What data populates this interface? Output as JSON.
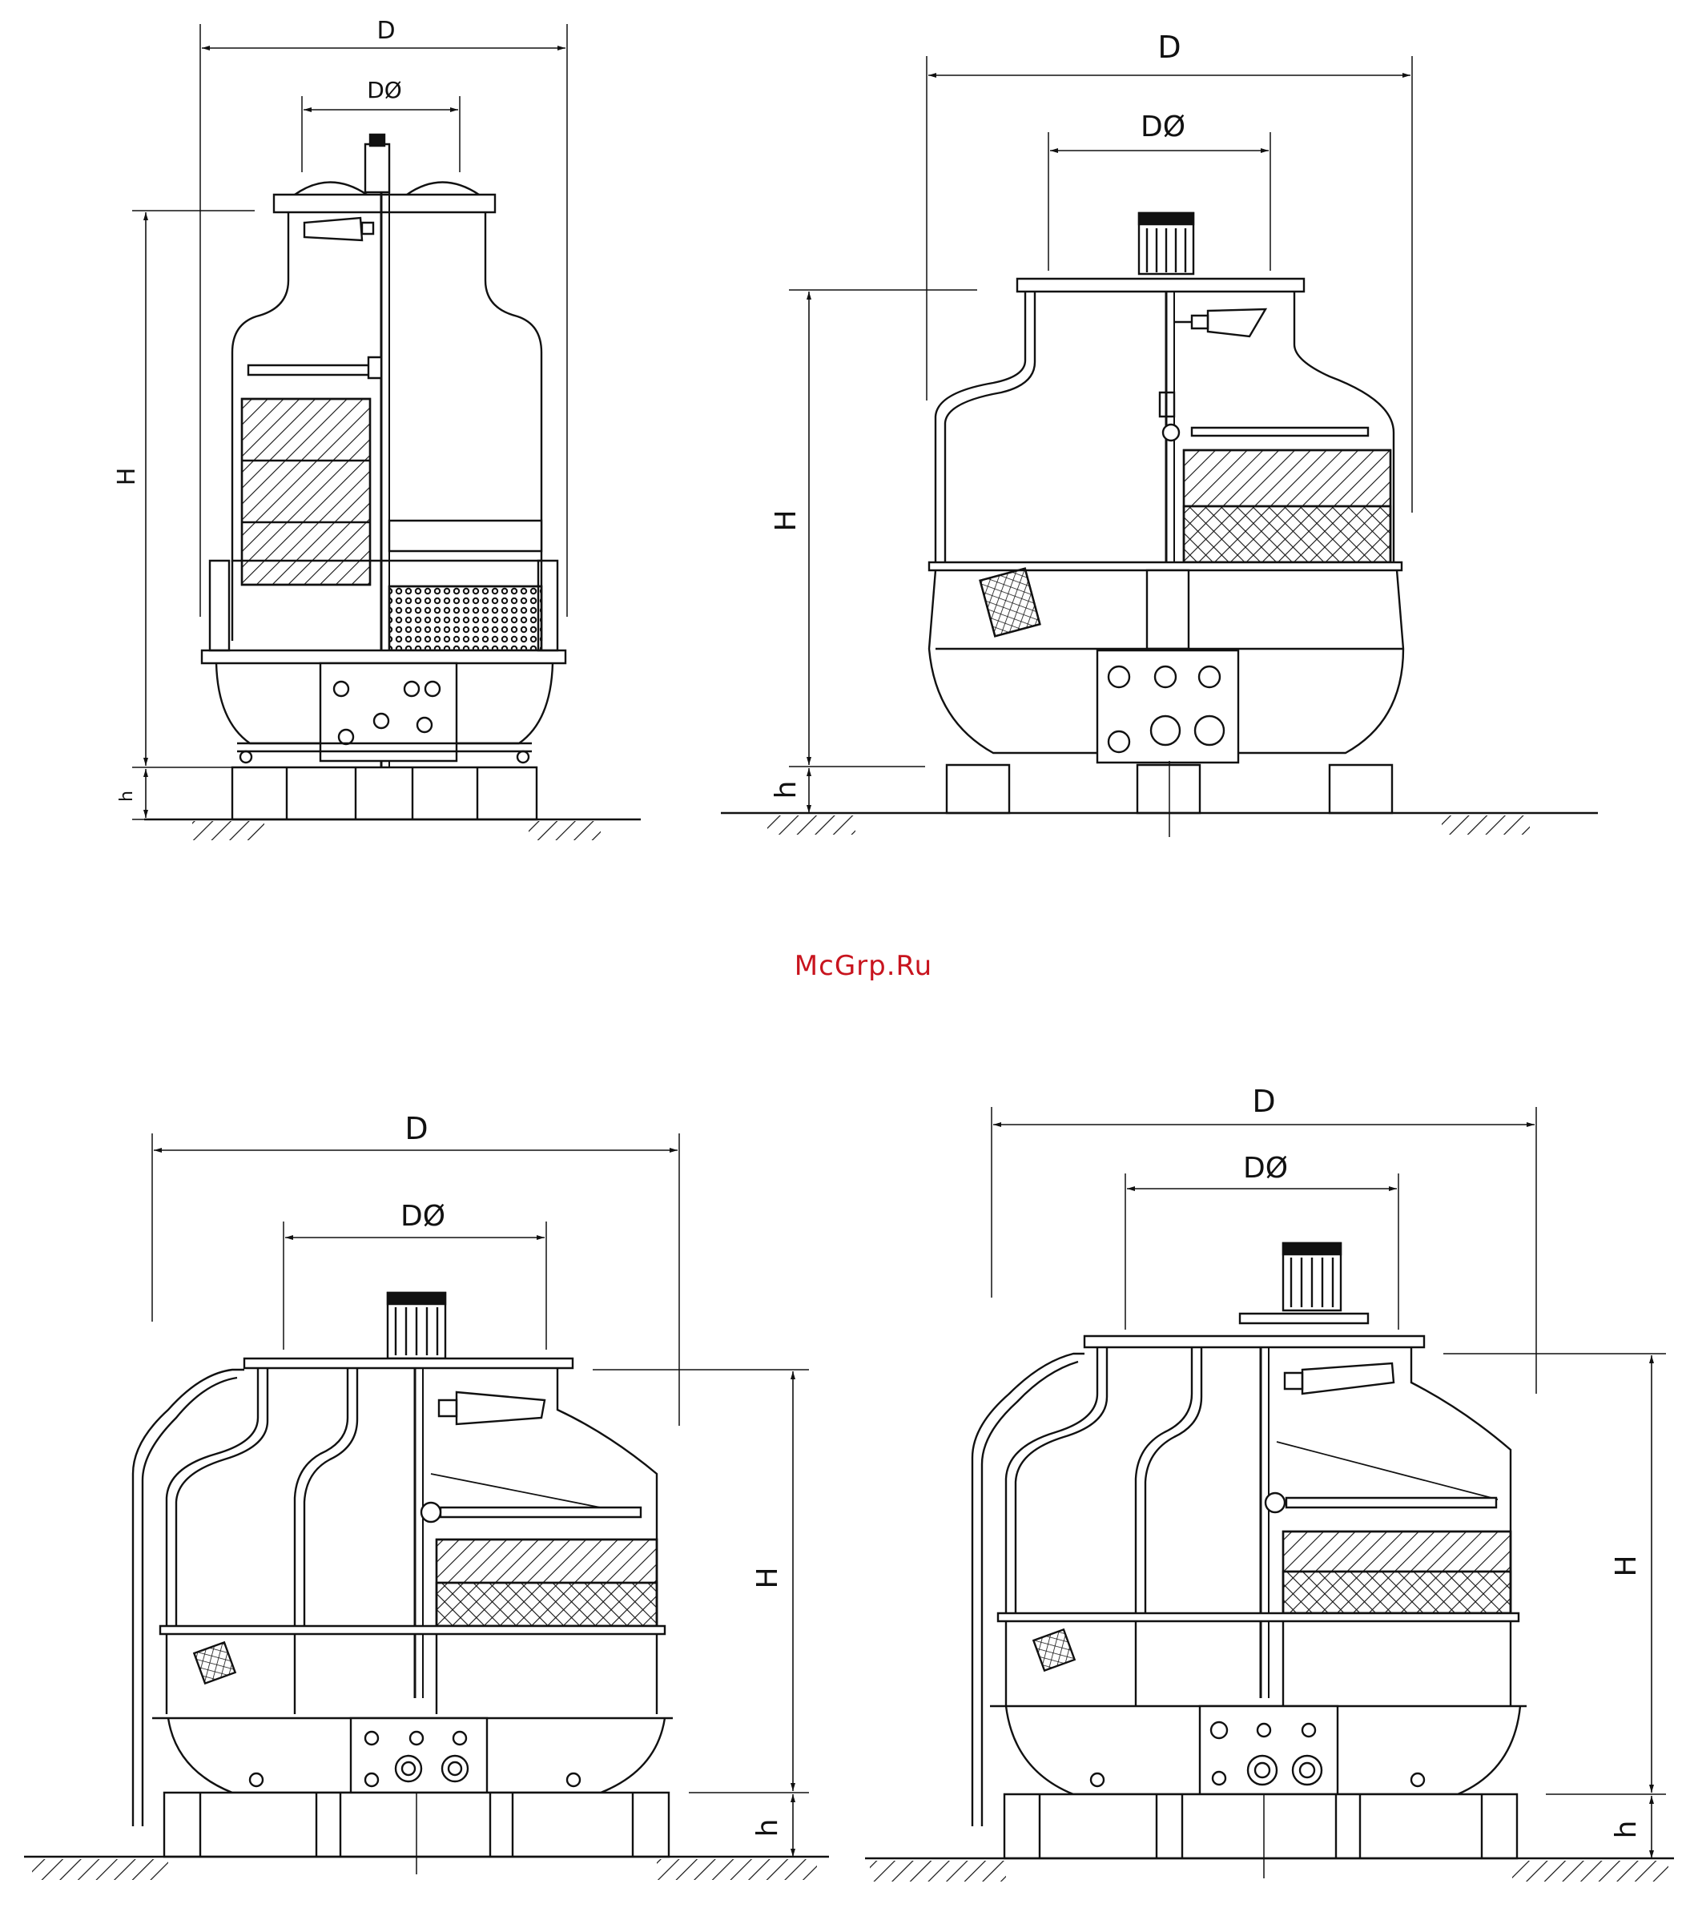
{
  "watermark": "McGrp.Ru",
  "colors": {
    "ink": "#111111",
    "watermark": "#c8141e",
    "paper": "#ffffff"
  },
  "figures": [
    {
      "labels": {
        "overall_diameter": "D",
        "fan_diameter": "DØ",
        "height": "H",
        "base_height": "h"
      }
    },
    {
      "labels": {
        "overall_diameter": "D",
        "fan_diameter": "DØ",
        "height": "H",
        "base_height": "h"
      }
    },
    {
      "labels": {
        "overall_diameter": "D",
        "fan_diameter": "DØ",
        "height": "H",
        "base_height": "h"
      }
    },
    {
      "labels": {
        "overall_diameter": "D",
        "fan_diameter": "DØ",
        "height": "H",
        "base_height": "h"
      }
    }
  ]
}
